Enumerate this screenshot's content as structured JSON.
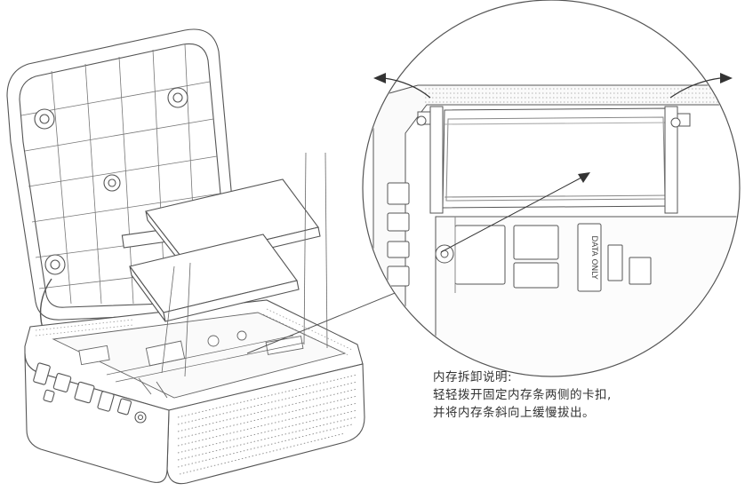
{
  "caption": {
    "heading": "内存拆卸说明:",
    "line1": "轻轻拨开固定内存条两侧的卡扣,",
    "line2": "并将内存条斜向上缓慢拔出。"
  },
  "module_label": "DATA ONLY",
  "colors": {
    "line": "#4a4a4a",
    "fill": "#ffffff",
    "text": "#333333"
  }
}
